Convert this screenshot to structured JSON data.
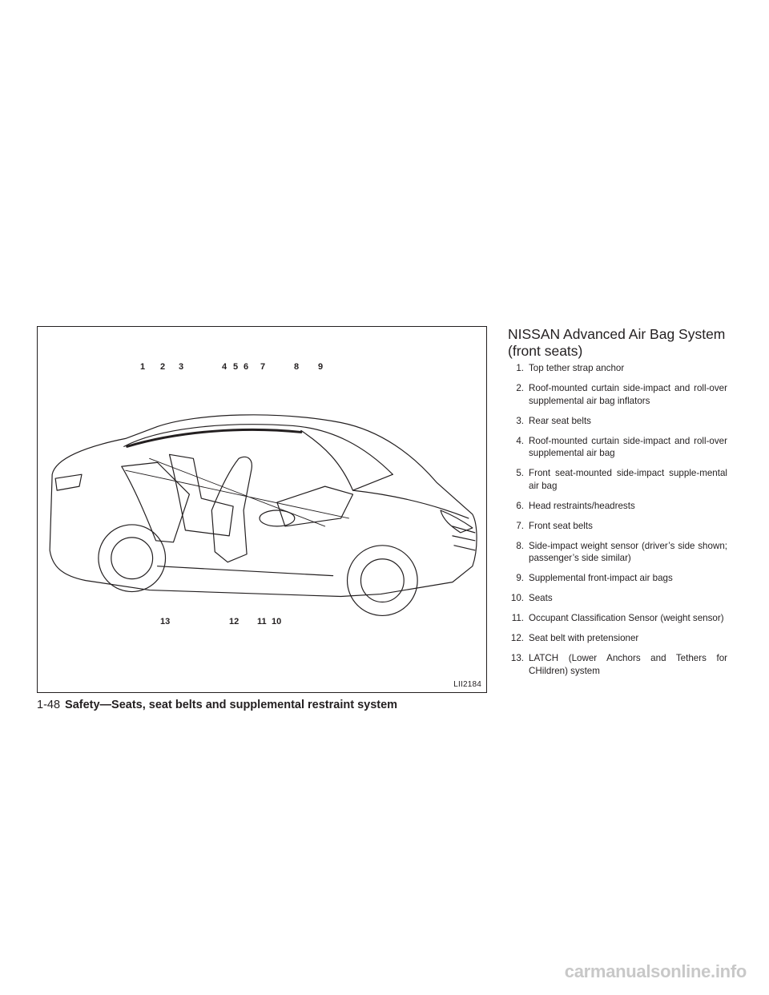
{
  "figure": {
    "id": "LII2184",
    "callouts": [
      "1",
      "2",
      "3",
      "4",
      "5",
      "6",
      "7",
      "8",
      "9",
      "13",
      "12",
      "11",
      "10"
    ]
  },
  "section": {
    "title": "NISSAN Advanced Air Bag System (front seats)"
  },
  "items": [
    {
      "num": "1.",
      "text": "Top tether strap anchor"
    },
    {
      "num": "2.",
      "text": "Roof-mounted curtain side-impact and roll-over supplemental air bag inflators"
    },
    {
      "num": "3.",
      "text": "Rear seat belts"
    },
    {
      "num": "4.",
      "text": "Roof-mounted curtain side-impact and roll-over supplemental air bag"
    },
    {
      "num": "5.",
      "text": "Front seat-mounted side-impact supple-mental air bag"
    },
    {
      "num": "6.",
      "text": "Head restraints/headrests"
    },
    {
      "num": "7.",
      "text": "Front seat belts"
    },
    {
      "num": "8.",
      "text": "Side-impact weight sensor (driver’s side shown; passenger’s side similar)"
    },
    {
      "num": "9.",
      "text": "Supplemental front-impact air bags"
    },
    {
      "num": "10.",
      "text": "Seats"
    },
    {
      "num": "11.",
      "text": "Occupant Classification Sensor (weight sensor)"
    },
    {
      "num": "12.",
      "text": "Seat belt with pretensioner"
    },
    {
      "num": "13.",
      "text": "LATCH (Lower Anchors and Tethers for CHildren) system"
    }
  ],
  "footer": {
    "page": "1-48",
    "chapter": "Safety—Seats, seat belts and supplemental restraint system"
  },
  "watermark": "carmanualsonline.info",
  "colors": {
    "ink": "#231f20",
    "watermark": "#c8c8c8"
  }
}
